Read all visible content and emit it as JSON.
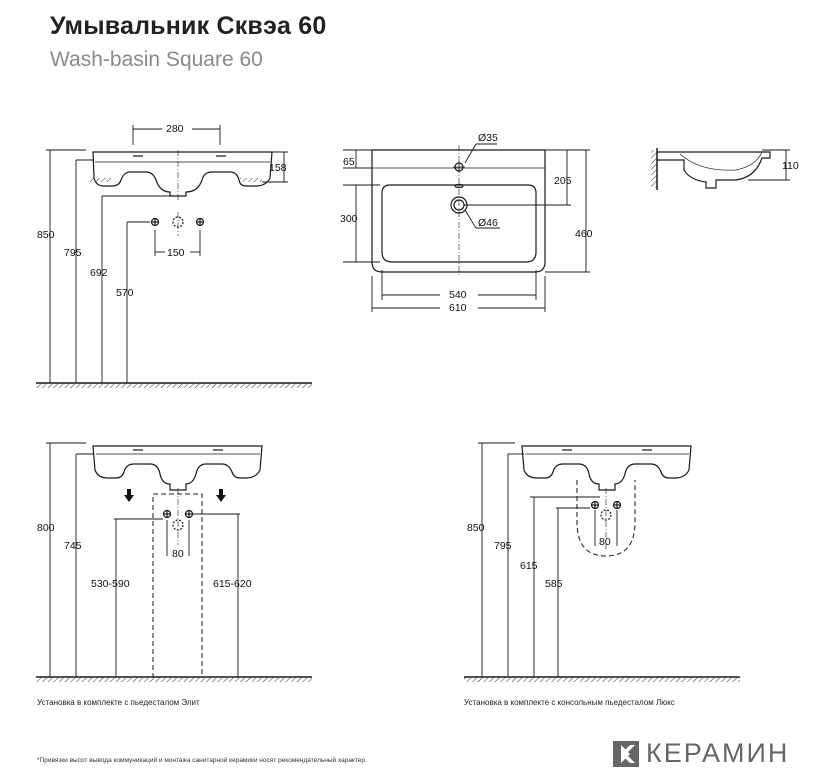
{
  "title": {
    "ru": "Умывальник Сквэа 60",
    "en": "Wash-basin Square 60"
  },
  "views": {
    "front": {
      "dims": {
        "tap_spacing": "280",
        "bowl_height": "158",
        "top_height": "850",
        "under_height": "795",
        "outlet_height": "692",
        "supply_height": "570",
        "supply_spacing": "150"
      }
    },
    "top": {
      "dims": {
        "tap_hole": "Ø35",
        "rim_offset": "65",
        "tap_to_drain": "205",
        "bowl_depth": "300",
        "total_depth": "460",
        "drain": "Ø46",
        "bowl_width": "540",
        "total_width": "610"
      }
    },
    "side": {
      "dims": {
        "height": "110"
      }
    },
    "pedestal_elit": {
      "dims": {
        "top_height": "800",
        "under_height": "745",
        "supply_spacing": "80",
        "left_supply": "530-590",
        "right_supply": "615-620"
      },
      "caption": "Установка в комплекте с пьедесталом Элит"
    },
    "pedestal_lux": {
      "dims": {
        "top_height": "850",
        "under_height": "795",
        "supply_spacing": "80",
        "outlet_height": "615",
        "supply_height": "585"
      },
      "caption": "Установка в комплекте с консольным пьедесталом Люкс"
    }
  },
  "footnote": "*Привязки высот вывода коммуникаций и монтажа санитарной керамики носят рекомендательный характер.",
  "brand": {
    "name": "КЕРАМИН",
    "color": "#666666"
  },
  "colors": {
    "line": "#1a1a1a",
    "title_en": "#8a8a8a"
  }
}
